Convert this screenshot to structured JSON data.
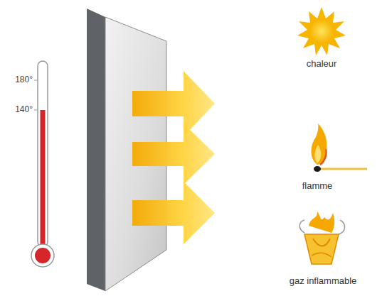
{
  "diagram": {
    "labels": [
      "180°",
      "140°",
      "chaleur",
      "flamme",
      "gaz inflammable"
    ]
  }
}
